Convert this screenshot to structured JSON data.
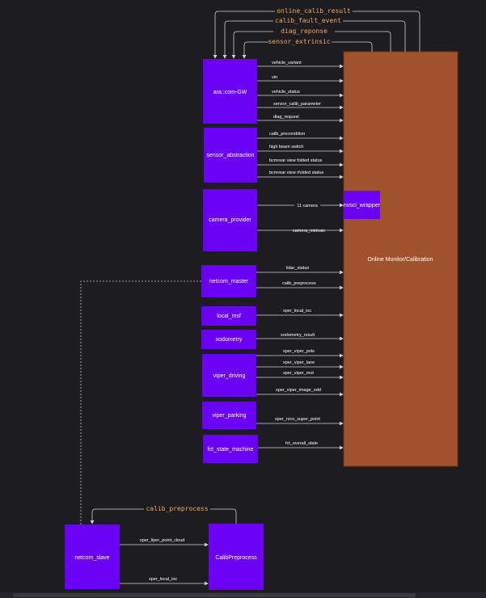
{
  "colors": {
    "background": "#1d1c21",
    "module_fill": "#6a00f4",
    "main_fill": "#a0522d",
    "edge": "#d0d0d0",
    "top_label": "#f0a860",
    "text": "#ffffff"
  },
  "nodes": {
    "ara_com_gw": "ara::com-GW",
    "sensor_abstraction": "sensor_abstraction",
    "camera_provider": "camera_provider",
    "netcom_master": "netcom_master",
    "local_msf": "local_msf",
    "xodometry": "xodometry",
    "viper_driving": "viper_driving",
    "viper_parking": "viper_parking",
    "fct_state_machine": "fct_state_machine",
    "online_monitor": "Online Monitor/Calibration",
    "nvsci_wrapper": "nvsci_wrapper",
    "netcom_slave": "netcom_slave",
    "calib_preprocess": "CalibPreprocess"
  },
  "feedback_labels": {
    "online_calib_result": "online_calib_result",
    "calib_fault_event": "calib_fault_event",
    "diag_reponse": "diag_reponse",
    "sensor_extrinsic": "sensor_extrinsic",
    "calib_preprocess_loop": "calib_preprocess"
  },
  "edges": {
    "vehicle_variant": "vehicle_variant",
    "vin": "vin",
    "vehicle_status": "vehicle_status",
    "sensor_calib_parameter": "sensor_calib_parameter",
    "diag_request": "diag_request",
    "calib_precondition": "calib_precondition",
    "high_beam_switch": "high beam switch",
    "bcmrear_view_folded": "bcmrear view folded status",
    "bcmrear_view_rfolded": "bcmrear view rfolded status",
    "camera_11": "11 camera",
    "camera_intrinsic": "camera_intrinsic",
    "lidar_status": "lidar_status",
    "calib_preprocess": "calib_preprocess",
    "xper_local_loc": "xper_local_loc",
    "xodometry_result": "xodometry_result",
    "xper_viper_pole": "xper_viper_pole",
    "xper_viper_lane": "xper_viper_lane",
    "xper_viper_mot": "xper_viper_mot",
    "xper_viper_image_odd": "xper_viper_image_odd",
    "xper_nrcs_super_point": "xper_nrcs_super_point",
    "fct_overall_state": "fct_overall_state",
    "xper_liper_point_cloud": "xper_liper_point_cloud",
    "xper_local_loc_2": "xper_local_loc"
  }
}
